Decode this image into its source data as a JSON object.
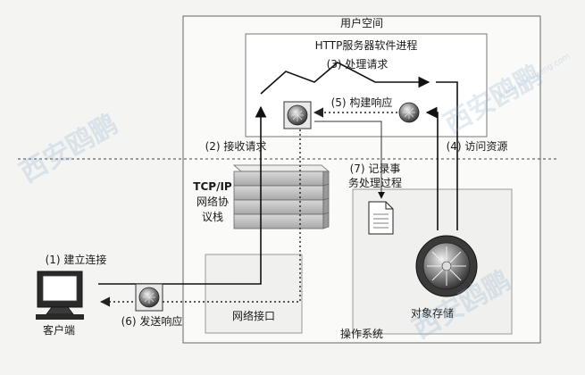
{
  "regions": {
    "user_space": "用户空间",
    "http_process": "HTTP服务器软件进程",
    "os": "操作系统",
    "network_interface": "网络接口",
    "tcp_stack_line1": "TCP/IP",
    "tcp_stack_line2": "网络协",
    "tcp_stack_line3": "议栈",
    "object_storage": "对象存储",
    "client": "客户端"
  },
  "steps": {
    "s1": "(1) 建立连接",
    "s2": "(2) 接收请求",
    "s3": "(3) 处理请求",
    "s4": "(4) 访问资源",
    "s5": "(5) 构建响应",
    "s6": "(6) 发送响应",
    "s7_line1": "(7) 记录事",
    "s7_line2": "务处理过程"
  },
  "watermark": {
    "brand": "西安鸥鹏",
    "url": "www.xaoupeng.com"
  }
}
